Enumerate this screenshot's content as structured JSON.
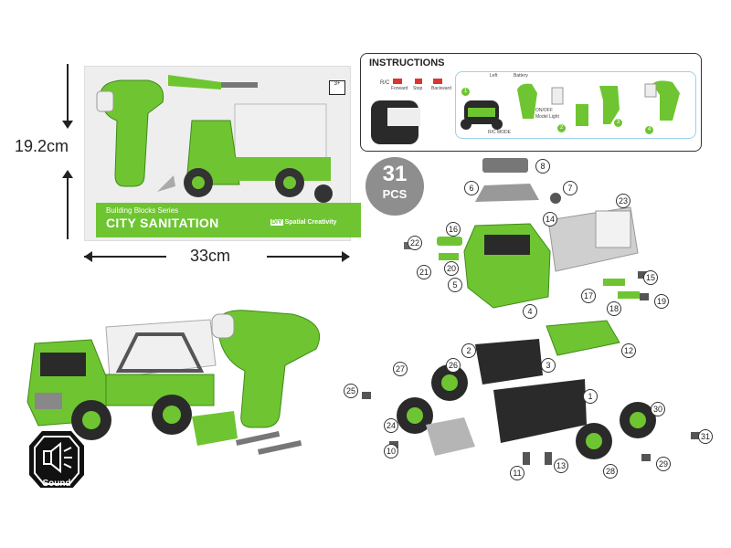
{
  "dimensions": {
    "height_label": "19.2cm",
    "width_label": "33cm"
  },
  "package": {
    "series": "Building Blocks Series",
    "title": "CITY SANITATION",
    "brand": "Spatial Creativity",
    "brand_prefix": "DIY",
    "age": "3+"
  },
  "instructions": {
    "title": "INSTRUCTIONS",
    "rc_label": "R/C",
    "rc_mode": "R/C MODE",
    "labels": [
      "Forward",
      "Stop",
      "Left",
      "Backward",
      "ON/OFF",
      "Model Light",
      "Battery"
    ],
    "steps": [
      "1",
      "2",
      "3",
      "4"
    ]
  },
  "pieces": {
    "count": "31",
    "unit": "PCS"
  },
  "part_numbers": [
    "1",
    "2",
    "3",
    "4",
    "5",
    "6",
    "7",
    "8",
    "10",
    "11",
    "12",
    "13",
    "14",
    "15",
    "16",
    "17",
    "18",
    "19",
    "20",
    "21",
    "22",
    "23",
    "24",
    "25",
    "26",
    "27",
    "28",
    "29",
    "30",
    "31"
  ],
  "badge": {
    "label": "Sound",
    "icon": "speaker-icon"
  },
  "colors": {
    "toy_green": "#6ec531",
    "dark_part": "#2a2a2a",
    "grey_part": "#b5b5b5"
  }
}
